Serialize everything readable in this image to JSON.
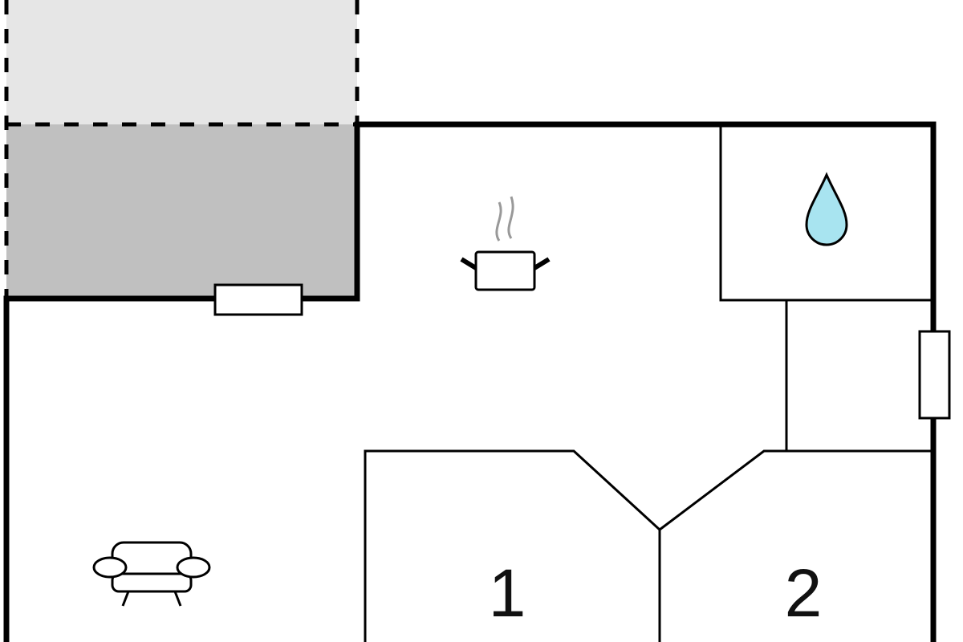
{
  "floorplan": {
    "rooms": [
      {
        "id": "bedroom-1",
        "label": "1"
      },
      {
        "id": "bedroom-2",
        "label": "2"
      }
    ],
    "icons": [
      "kitchen-pot-icon",
      "water-drop-icon",
      "armchair-icon"
    ],
    "colors": {
      "wall": "#000000",
      "terrace_light": "#e6e6e6",
      "terrace_dark": "#c0c0c0",
      "water": "#a8e4f0"
    }
  }
}
